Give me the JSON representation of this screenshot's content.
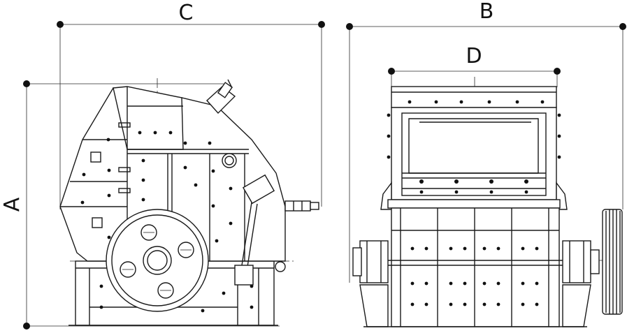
{
  "dimensions": {
    "a": "A",
    "b": "B",
    "c": "C",
    "d": "D"
  },
  "views": [
    "side-view",
    "front-view"
  ],
  "icons": {
    "dimension_point": "dimension-point-icon"
  },
  "colors": {
    "line": "#1a1a1a",
    "background": "#ffffff"
  }
}
